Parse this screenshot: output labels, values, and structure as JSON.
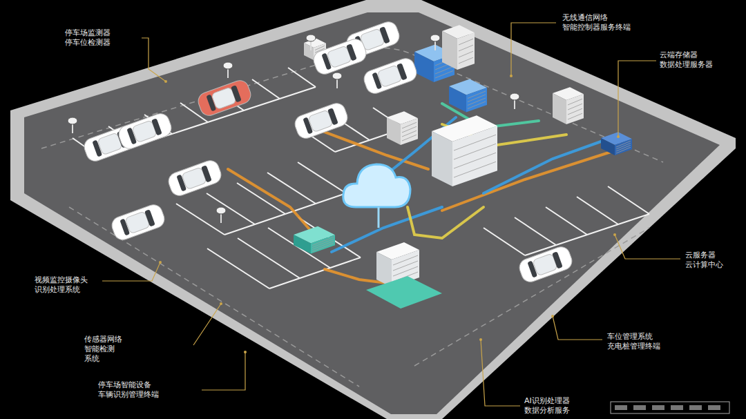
{
  "diagram": {
    "labels": [
      "停车场监测器 停车位检测器",
      "无线通信网络 智能控制器服务终端",
      "云端存储器 数据处理服务器",
      "云服务器 云计算中心",
      "车位管理系统 充电桩管理终端",
      "AI识别处理器 数据分析服务",
      "停车场智能设备 车辆识别管理终端",
      "传感器网络 智能检测 系统",
      "视频监控摄像头 识别处理系统"
    ]
  }
}
